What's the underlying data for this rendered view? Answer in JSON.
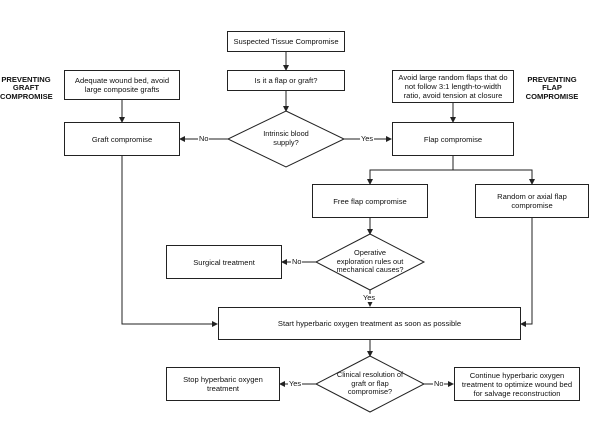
{
  "side_labels": {
    "left": "PREVENTING GRAFT COMPROMISE",
    "right": "PREVENTING FLAP COMPROMISE"
  },
  "nodes": {
    "suspected": "Suspected Tissue Compromise",
    "flap_or_graft": "Is it a flap or graft?",
    "graft_prevention": "Adequate wound bed, avoid large composite grafts",
    "flap_prevention": "Avoid large random flaps that do not follow 3:1 length-to-width ratio, avoid tension at closure",
    "intrinsic": "Intrinsic blood supply?",
    "graft_compromise": "Graft compromise",
    "flap_compromise": "Flap compromise",
    "free_flap": "Free flap compromise",
    "random_axial": "Random or axial flap compromise",
    "operative": "Operative exploration rules out mechanical causes?",
    "surgical": "Surgical treatment",
    "start_hbo": "Start hyperbaric oxygen treatment as soon as possible",
    "clinical": "Clinical resolution of graft or flap compromise?",
    "stop_hbo": "Stop hyperbaric oxygen treatment",
    "continue_hbo": "Continue hyperbaric oxygen treatment to optimize wound bed for salvage reconstruction"
  },
  "edge_labels": {
    "intrinsic_no": "No",
    "intrinsic_yes": "Yes",
    "operative_no": "No",
    "operative_yes": "Yes",
    "clinical_yes": "Yes",
    "clinical_no": "No"
  }
}
